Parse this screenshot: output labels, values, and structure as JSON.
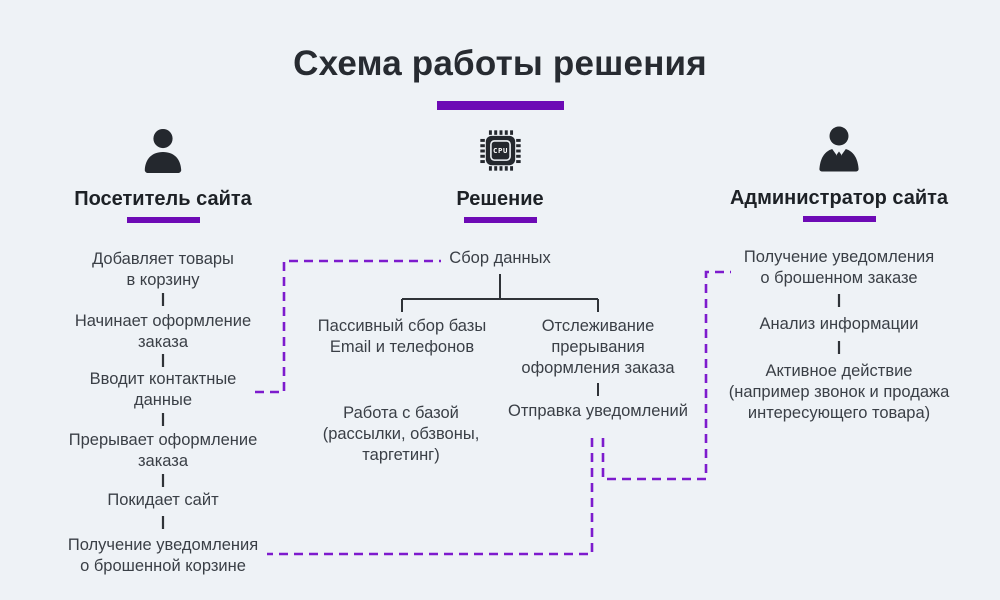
{
  "title": "Схема работы решения",
  "colors": {
    "background": "#eef2f6",
    "accent_bar_purple": "#6d0ab5",
    "dashed_line_purple": "#7d1bcd",
    "header_text": "#1d2126",
    "body_text": "#3a3f46",
    "solid_line": "#2f3338"
  },
  "columns": {
    "visitor": {
      "header": "Посетитель сайта",
      "icon": "person-icon",
      "steps": [
        "Добавляет товары\nв корзину",
        "Начинает оформление\nзаказа",
        "Вводит контактные\nданные",
        "Прерывает оформление\nзаказа",
        "Покидает сайт",
        "Получение уведомления\nо брошенной корзине"
      ]
    },
    "solution": {
      "header": "Решение",
      "icon": "cpu-icon",
      "cpu_label": "CPU",
      "root": "Сбор данных",
      "branch_left": "Пассивный сбор базы\nEmail и телефонов",
      "branch_right": "Отслеживание\nпрерывания\nоформления заказа",
      "branch_left_next": "Работа с базой\n(рассылки, обзвоны,\nтаргетинг)",
      "branch_right_next": "Отправка уведомлений"
    },
    "admin": {
      "header": "Администратор сайта",
      "icon": "businessman-icon",
      "steps": [
        "Получение уведомления\nо брошенном заказе",
        "Анализ информации",
        "Активное действие\n(например звонок и продажа\nинтересующего товара)"
      ]
    }
  }
}
